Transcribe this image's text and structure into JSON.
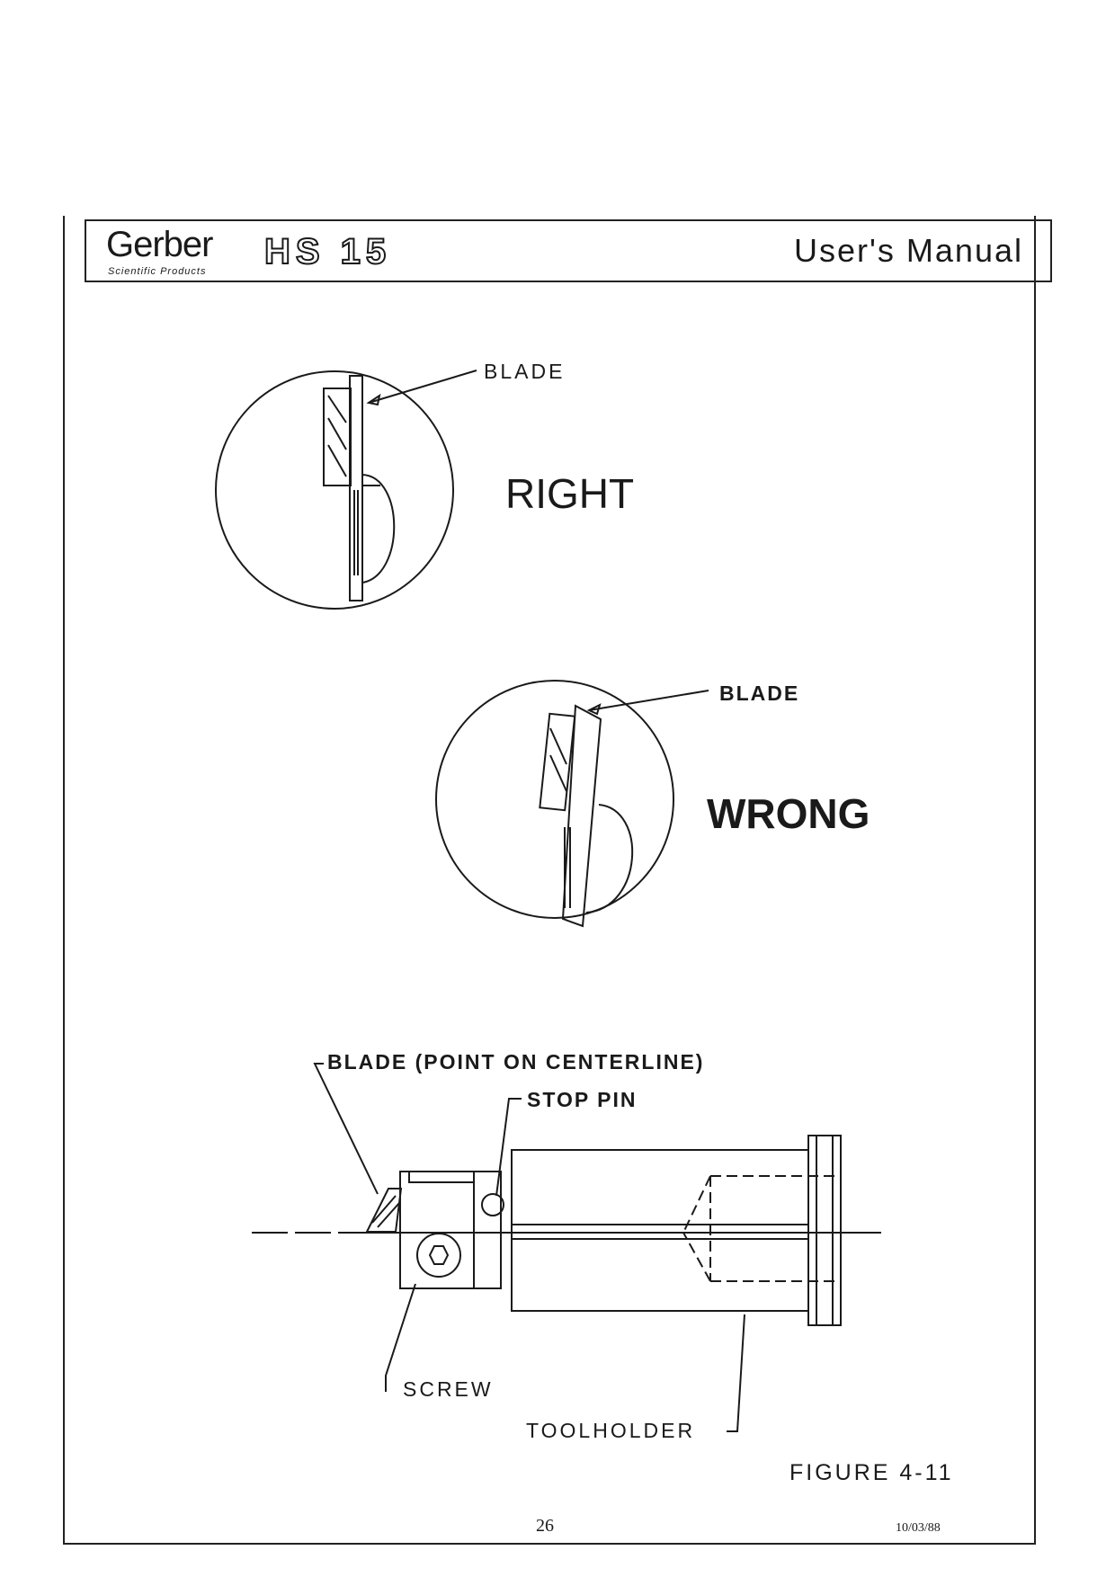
{
  "header": {
    "brand": "Gerber",
    "brand_sub": "Scientific Products",
    "model": "HS 15",
    "title": "User's Manual"
  },
  "figure": {
    "right": {
      "callout": "BLADE",
      "verdict": "RIGHT"
    },
    "wrong": {
      "callout": "BLADE",
      "verdict": "WRONG"
    },
    "assembly": {
      "blade": "BLADE (POINT ON CENTERLINE)",
      "stop_pin": "STOP PIN",
      "screw": "SCREW",
      "toolholder": "TOOLHOLDER"
    },
    "caption": "FIGURE 4-11"
  },
  "footer": {
    "page_number": "26",
    "date": "10/03/88"
  }
}
